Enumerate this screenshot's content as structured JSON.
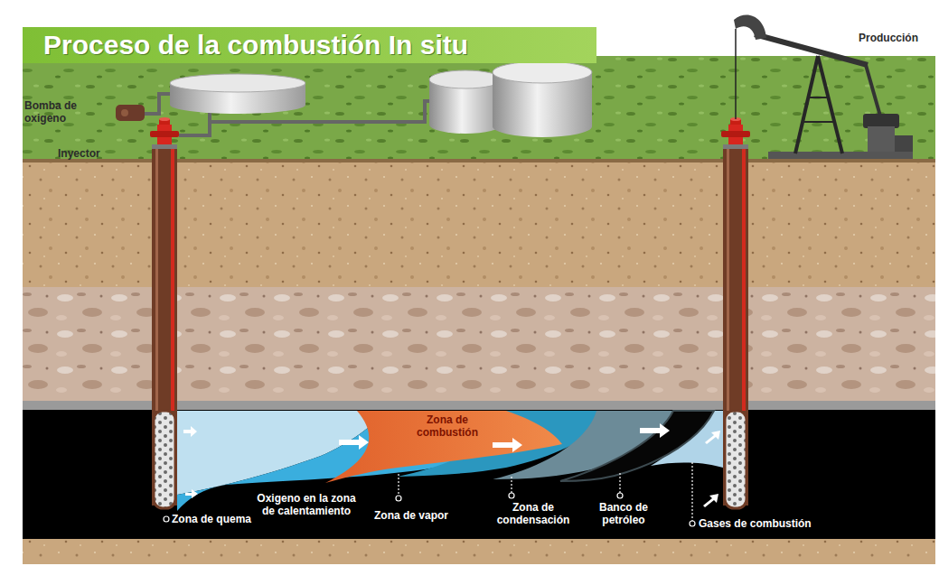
{
  "diagram": {
    "title": "Proceso de la combustión In situ",
    "labels": [
      "Producción",
      "Bomba de oxigeno",
      "Inyector",
      "Zona de combustión",
      "Oxigeno en la zona de calentamiento",
      "Zona de quema",
      "Zona de vapor",
      "Zona de condensación",
      "Banco de petróleo",
      "Gases de combustión"
    ]
  }
}
